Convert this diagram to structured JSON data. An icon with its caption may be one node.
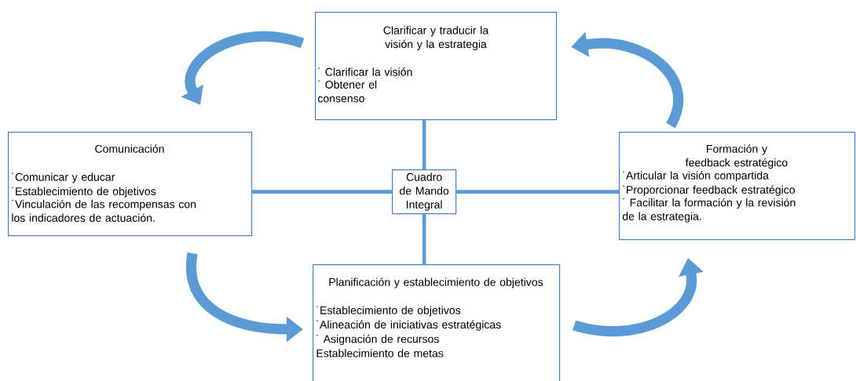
{
  "diagram": {
    "nodes": [
      {
        "text": [
          "Clarificar y traducir la visión y la estrategia",
          "˙ Clarificar la visión",
          "˙ Obtener el consenso"
        ]
      },
      {
        "text": [
          "Comunicación",
          "˙Comunicar y educar",
          "˙Establecimiento de objetivos",
          "˙Vinculación de las recompensas con los indicadores de actuación."
        ]
      },
      {
        "text": [
          "Cuadro de Mando Integral"
        ]
      },
      {
        "text": [
          "Formación y feedback estratégico",
          "˙Articular la visión compartida",
          "˙Proporcionar feedback estratégico",
          "˙ Facilitar la formación y la revisión de la estrategia."
        ]
      },
      {
        "text": [
          "Planificación y establecimiento de objetivos",
          "˙Establecimiento de objetivos",
          "˙Alineación de iniciativas estratégicas",
          "˙ Asignación de recursos",
          "Establecimiento de metas"
        ]
      }
    ],
    "edges": [
      {
        "from": 2,
        "to": 0,
        "arrow": "none"
      },
      {
        "from": 2,
        "to": 1,
        "arrow": "none"
      },
      {
        "from": 2,
        "to": 3,
        "arrow": "none"
      },
      {
        "from": 2,
        "to": 4,
        "arrow": "none"
      },
      {
        "from": 0,
        "to": 1,
        "arrow": "to",
        "style": "thick"
      },
      {
        "from": 1,
        "to": 4,
        "arrow": "to",
        "style": "thick"
      },
      {
        "from": 4,
        "to": 3,
        "arrow": "to",
        "style": "thick"
      },
      {
        "from": 3,
        "to": 0,
        "arrow": "to",
        "style": "thick"
      }
    ]
  }
}
